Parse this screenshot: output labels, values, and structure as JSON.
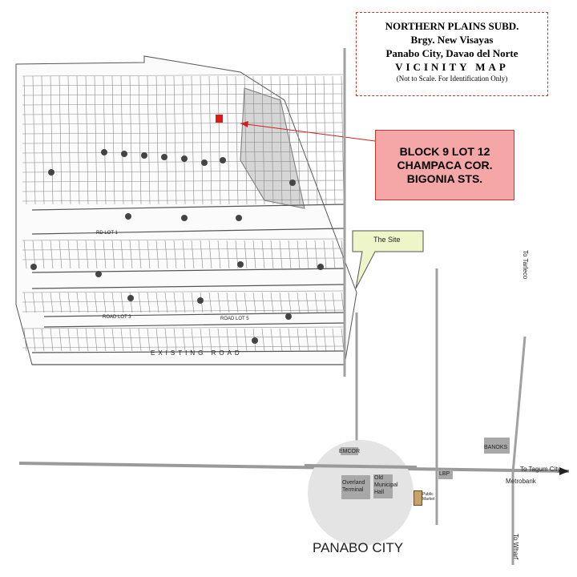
{
  "title": {
    "line1": "NORTHERN PLAINS SUBD.",
    "line2": "Brgy. New Visayas",
    "line3": "Panabo City, Davao del Norte",
    "line4": "VICINITY MAP",
    "line5": "(Not to Scale. For Identification Only)"
  },
  "lot_callout": {
    "line1": "BLOCK 9  LOT 12",
    "line2": "CHAMPACA COR.",
    "line3": "BIGONIA  STS."
  },
  "site_callout": "The Site",
  "city_label": "PANABO CITY",
  "road_labels": {
    "existing_road": "EXISTING ROAD",
    "road_lot_1": "RD LOT 1",
    "road_lot_3": "ROAD LOT 3",
    "road_lot_5": "ROAD LOT 5"
  },
  "landmarks": {
    "emcor": "EMCOR",
    "banoks": "BANOKS",
    "lbp": "LBP",
    "overland": "Overland\nTerminal",
    "old_hall": "Old\nMunicipal\nHall",
    "public_market": "Public Market",
    "metrobank": "Metrobank"
  },
  "directions": {
    "to_tagum": "To Tagum City",
    "to_tarleco": "To Tarleco",
    "to_wharf": "To Wharf"
  },
  "colors": {
    "callout_fill": "#f5a6a6",
    "callout_border": "#c0392b",
    "site_fill": "#eef5c8",
    "road": "#a0a0a0",
    "building": "#a8a8a8"
  }
}
